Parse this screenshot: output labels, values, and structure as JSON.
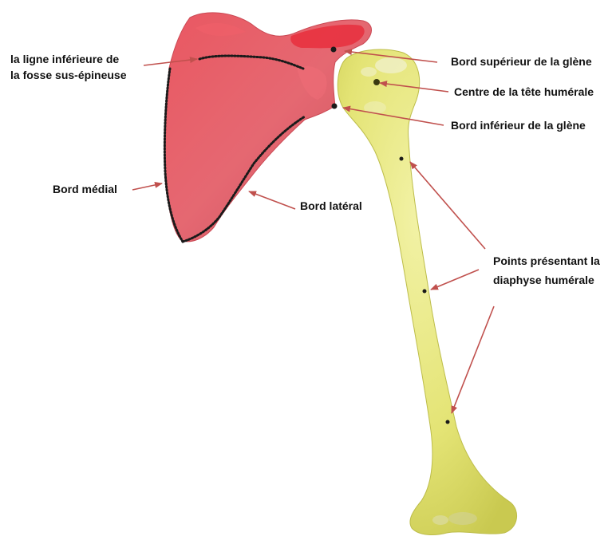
{
  "labels": {
    "fossa_line_1": "la ligne inférieure de",
    "fossa_line_2": "la fosse sus-épineuse",
    "medial_border": "Bord médial",
    "lateral_border": "Bord latéral",
    "glenoid_superior": "Bord supérieur de la glène",
    "humeral_head_center": "Centre de la tête humérale",
    "glenoid_inferior": "Bord inférieur de la glène",
    "diaphysis_1": "Points présentant la",
    "diaphysis_2": "diaphyse humérale"
  },
  "colors": {
    "scapula": "#e5444f",
    "humerus": "#e6e67a",
    "arrow": "#c0504d",
    "landmark": "#1a1a1a"
  }
}
